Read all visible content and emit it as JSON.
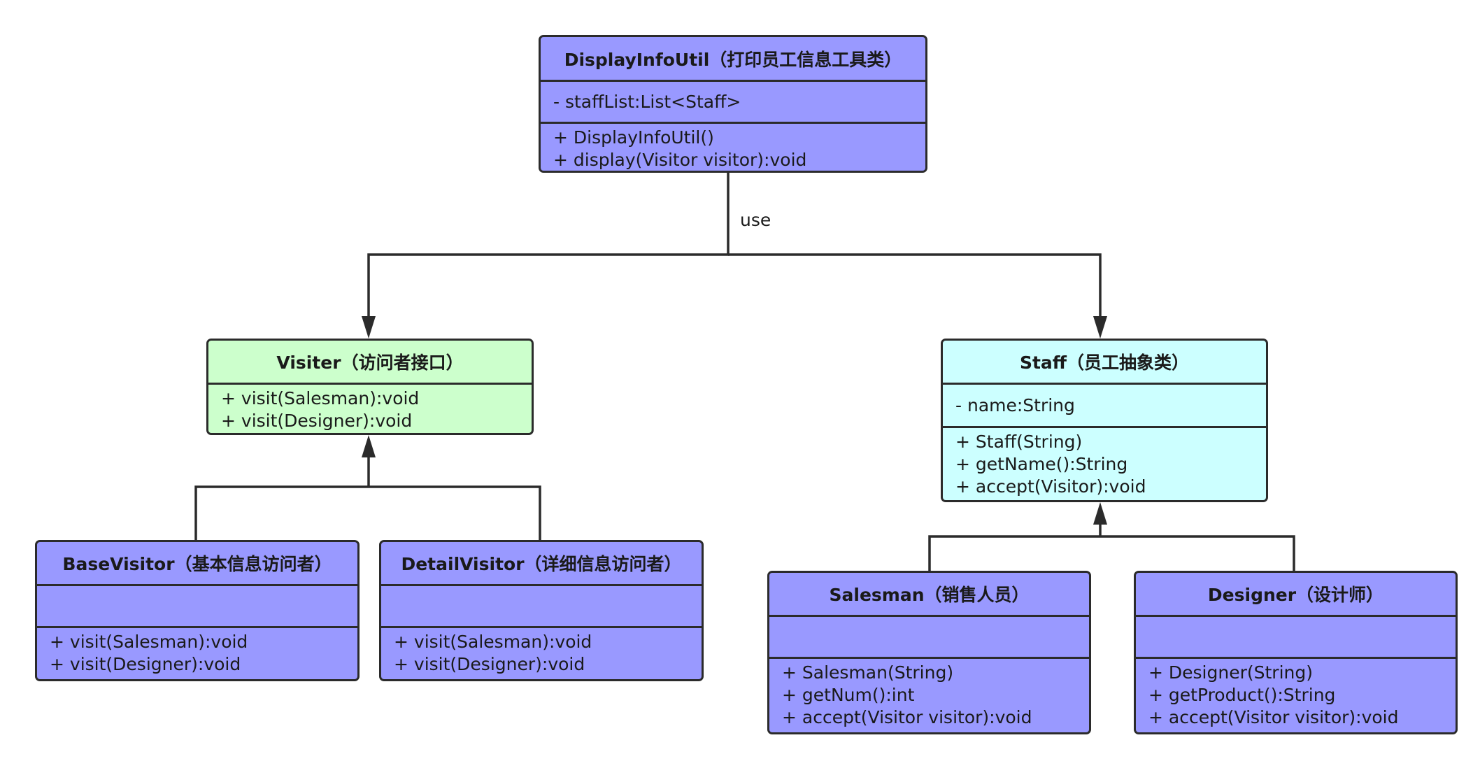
{
  "classes": {
    "display_info_util": {
      "title": "DisplayInfoUtil（打印员工信息工具类）",
      "attributes": [
        "- staffList:List<Staff>"
      ],
      "operations": [
        "+ DisplayInfoUtil()",
        "+ display(Visitor visitor):void"
      ],
      "fill": "#9999ff"
    },
    "visiter": {
      "title": "Visiter（访问者接口）",
      "operations": [
        "+ visit(Salesman):void",
        "+ visit(Designer):void"
      ],
      "fill": "#ccffcc"
    },
    "staff": {
      "title": "Staff（员工抽象类）",
      "attributes": [
        "- name:String"
      ],
      "operations": [
        "+ Staff(String)",
        "+ getName():String",
        "+ accept(Visitor):void"
      ],
      "fill": "#ccffff"
    },
    "base_visitor": {
      "title": "BaseVisitor（基本信息访问者）",
      "attributes": [],
      "operations": [
        "+ visit(Salesman):void",
        "+ visit(Designer):void"
      ],
      "fill": "#9999ff"
    },
    "detail_visitor": {
      "title": "DetailVisitor（详细信息访问者）",
      "attributes": [],
      "operations": [
        "+ visit(Salesman):void",
        "+ visit(Designer):void"
      ],
      "fill": "#9999ff"
    },
    "salesman": {
      "title": "Salesman（销售人员）",
      "attributes": [],
      "operations": [
        "+ Salesman(String)",
        "+ getNum():int",
        "+ accept(Visitor visitor):void"
      ],
      "fill": "#9999ff"
    },
    "designer": {
      "title": "Designer（设计师）",
      "attributes": [],
      "operations": [
        "+ Designer(String)",
        "+ getProduct():String",
        "+ accept(Visitor visitor):void"
      ],
      "fill": "#9999ff"
    }
  },
  "connectors": {
    "use_label": "use"
  },
  "colors": {
    "line": "#2b2b2b",
    "primary_fill": "#9999ff",
    "interface_fill": "#ccffcc",
    "abstract_fill": "#ccffff"
  }
}
